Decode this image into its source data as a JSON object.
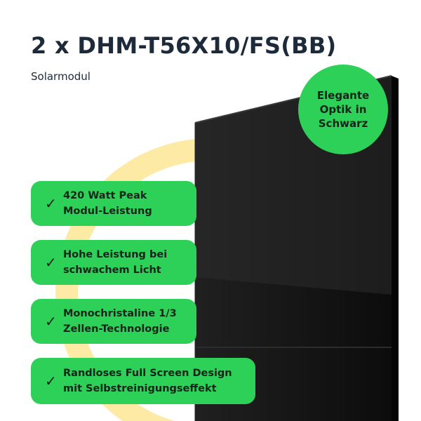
{
  "header": {
    "title": "2 x DHM-T56X10/FS(BB)",
    "subtitle": "Solarmodul"
  },
  "badge": {
    "text": "Elegante Optik in Schwarz"
  },
  "features": [
    {
      "icon": "checkmark-icon",
      "line1": "420 Watt Peak",
      "line2": "Modul-Leistung"
    },
    {
      "icon": "checkmark-icon",
      "line1": "Hohe Leistung bei",
      "line2": "schwachem Licht"
    },
    {
      "icon": "checkmark-icon",
      "line1": "Monochristaline 1/3",
      "line2": "Zellen-Technologie"
    },
    {
      "icon": "checkmark-icon",
      "line1": "Randloses Full Screen Design",
      "line2": "mit Selbstreinigungseffekt"
    }
  ],
  "colors": {
    "accent_green": "#2ed158",
    "title_text": "#1d2a3a",
    "arc_yellow": "#fdeaa4",
    "panel_black": "#111111"
  }
}
